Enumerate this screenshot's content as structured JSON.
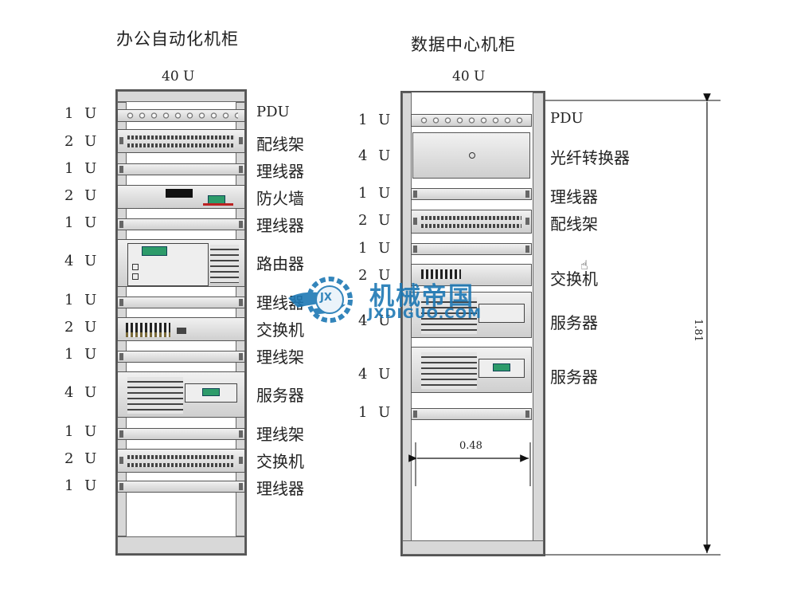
{
  "left_rack": {
    "title": "办公自动化机柜",
    "capacity": "40 U",
    "rows": [
      {
        "u": "1 U",
        "device": "PDU"
      },
      {
        "u": "2 U",
        "device": "配线架"
      },
      {
        "u": "1 U",
        "device": "理线器"
      },
      {
        "u": "2 U",
        "device": "防火墙"
      },
      {
        "u": "1 U",
        "device": "理线器"
      },
      {
        "u": "4 U",
        "device": "路由器"
      },
      {
        "u": "1 U",
        "device": "理线器"
      },
      {
        "u": "2 U",
        "device": "交换机"
      },
      {
        "u": "1 U",
        "device": "理线架"
      },
      {
        "u": "4 U",
        "device": "服务器"
      },
      {
        "u": "1 U",
        "device": "理线架"
      },
      {
        "u": "2 U",
        "device": "交换机"
      },
      {
        "u": "1 U",
        "device": "理线器"
      }
    ]
  },
  "right_rack": {
    "title": "数据中心机柜",
    "capacity": "40 U",
    "rows": [
      {
        "u": "1 U",
        "device": "PDU"
      },
      {
        "u": "4 U",
        "device": "光纤转换器"
      },
      {
        "u": "1 U",
        "device": "理线器"
      },
      {
        "u": "2 U",
        "device": "配线架"
      },
      {
        "u": "1 U",
        "device": ""
      },
      {
        "u": "2 U",
        "device": "交换机"
      },
      {
        "u": "4 U",
        "device": "服务器"
      },
      {
        "u": "4 U",
        "device": "服务器"
      },
      {
        "u": "1 U",
        "device": ""
      }
    ],
    "width_dim": "0.48",
    "height_dim": "1.81"
  },
  "watermark": {
    "brand": "机械帝国",
    "url": "JXDIGUO.COM",
    "emblem": "JX"
  },
  "colors": {
    "watermark_blue": "#1e78b4",
    "led_green": "#2d9b6a"
  }
}
